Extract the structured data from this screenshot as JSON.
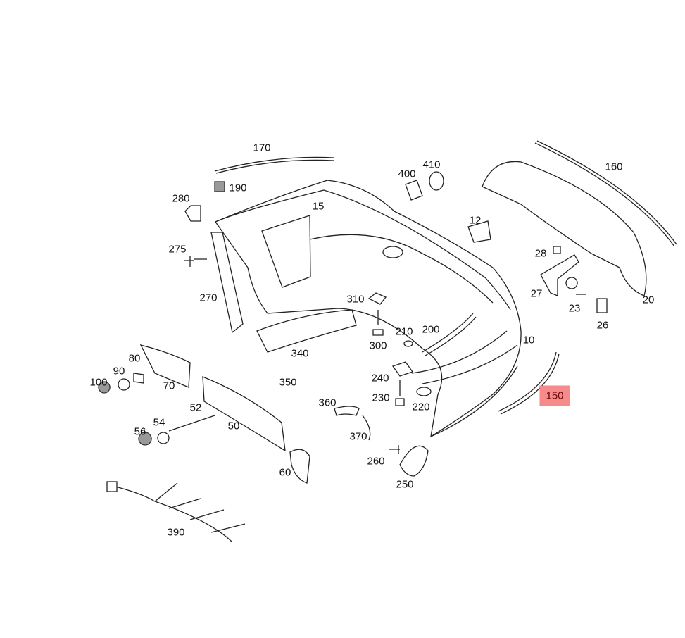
{
  "diagram": {
    "highlight_color": "#f78a8a",
    "highlighted_part": "150",
    "labels": [
      "170",
      "190",
      "280",
      "15",
      "400",
      "410",
      "160",
      "12",
      "275",
      "28",
      "270",
      "310",
      "27",
      "23",
      "20",
      "26",
      "210",
      "200",
      "300",
      "340",
      "10",
      "80",
      "90",
      "100",
      "70",
      "240",
      "350",
      "230",
      "220",
      "150",
      "360",
      "52",
      "54",
      "50",
      "56",
      "370",
      "260",
      "60",
      "250",
      "390"
    ]
  }
}
